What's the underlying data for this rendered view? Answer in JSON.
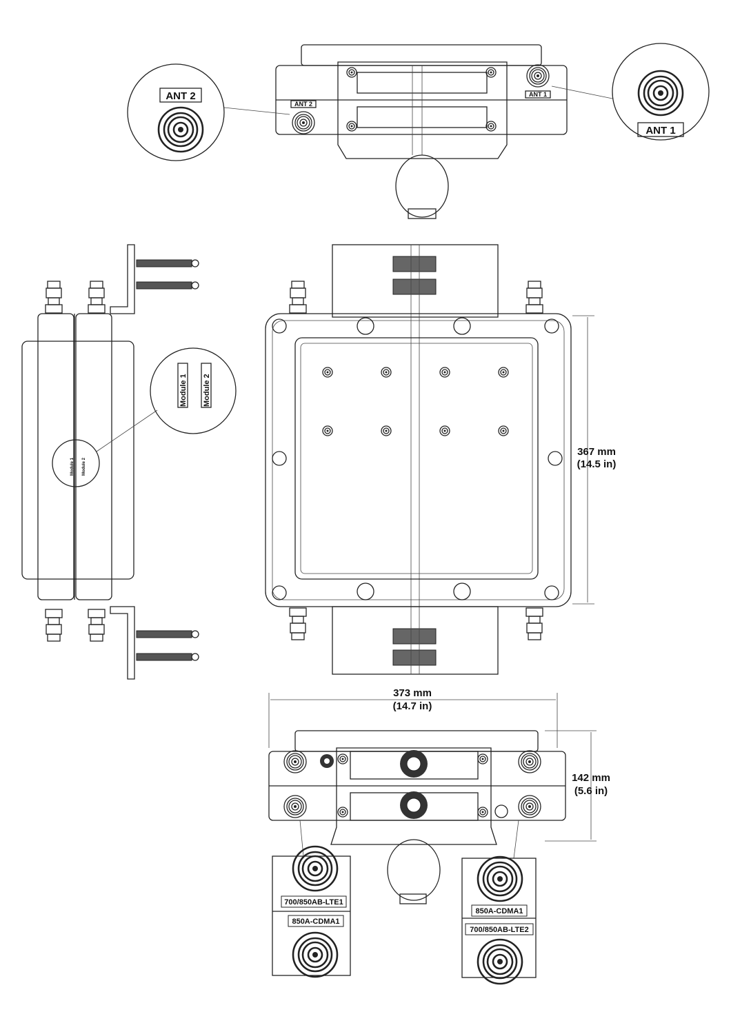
{
  "top_view": {
    "ant2_label": "ANT 2",
    "ant1_label": "ANT 1",
    "ant2_callout": "ANT 2",
    "ant1_callout": "ANT 1"
  },
  "side_view": {
    "module1": "Module 1",
    "module2": "Module 2"
  },
  "front_view": {
    "height_mm": "367 mm",
    "height_in": "(14.5 in)"
  },
  "bottom_view": {
    "width_mm": "373 mm",
    "width_in": "(14.7 in)",
    "depth_mm": "142 mm",
    "depth_in": "(5.6 in)",
    "left_callout": {
      "upper": "700/850AB-LTE1",
      "lower": "850A-CDMA1"
    },
    "right_callout": {
      "upper": "850A-CDMA1",
      "lower": "700/850AB-LTE2"
    }
  }
}
